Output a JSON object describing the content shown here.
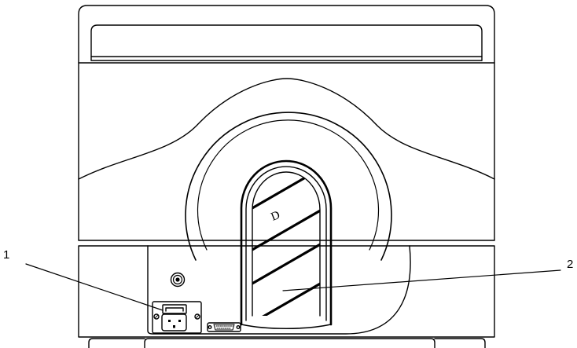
{
  "callouts": [
    {
      "number": "1"
    },
    {
      "number": "2"
    }
  ],
  "container_mark": "D",
  "colors": {
    "line": "#000000",
    "background": "#ffffff"
  }
}
